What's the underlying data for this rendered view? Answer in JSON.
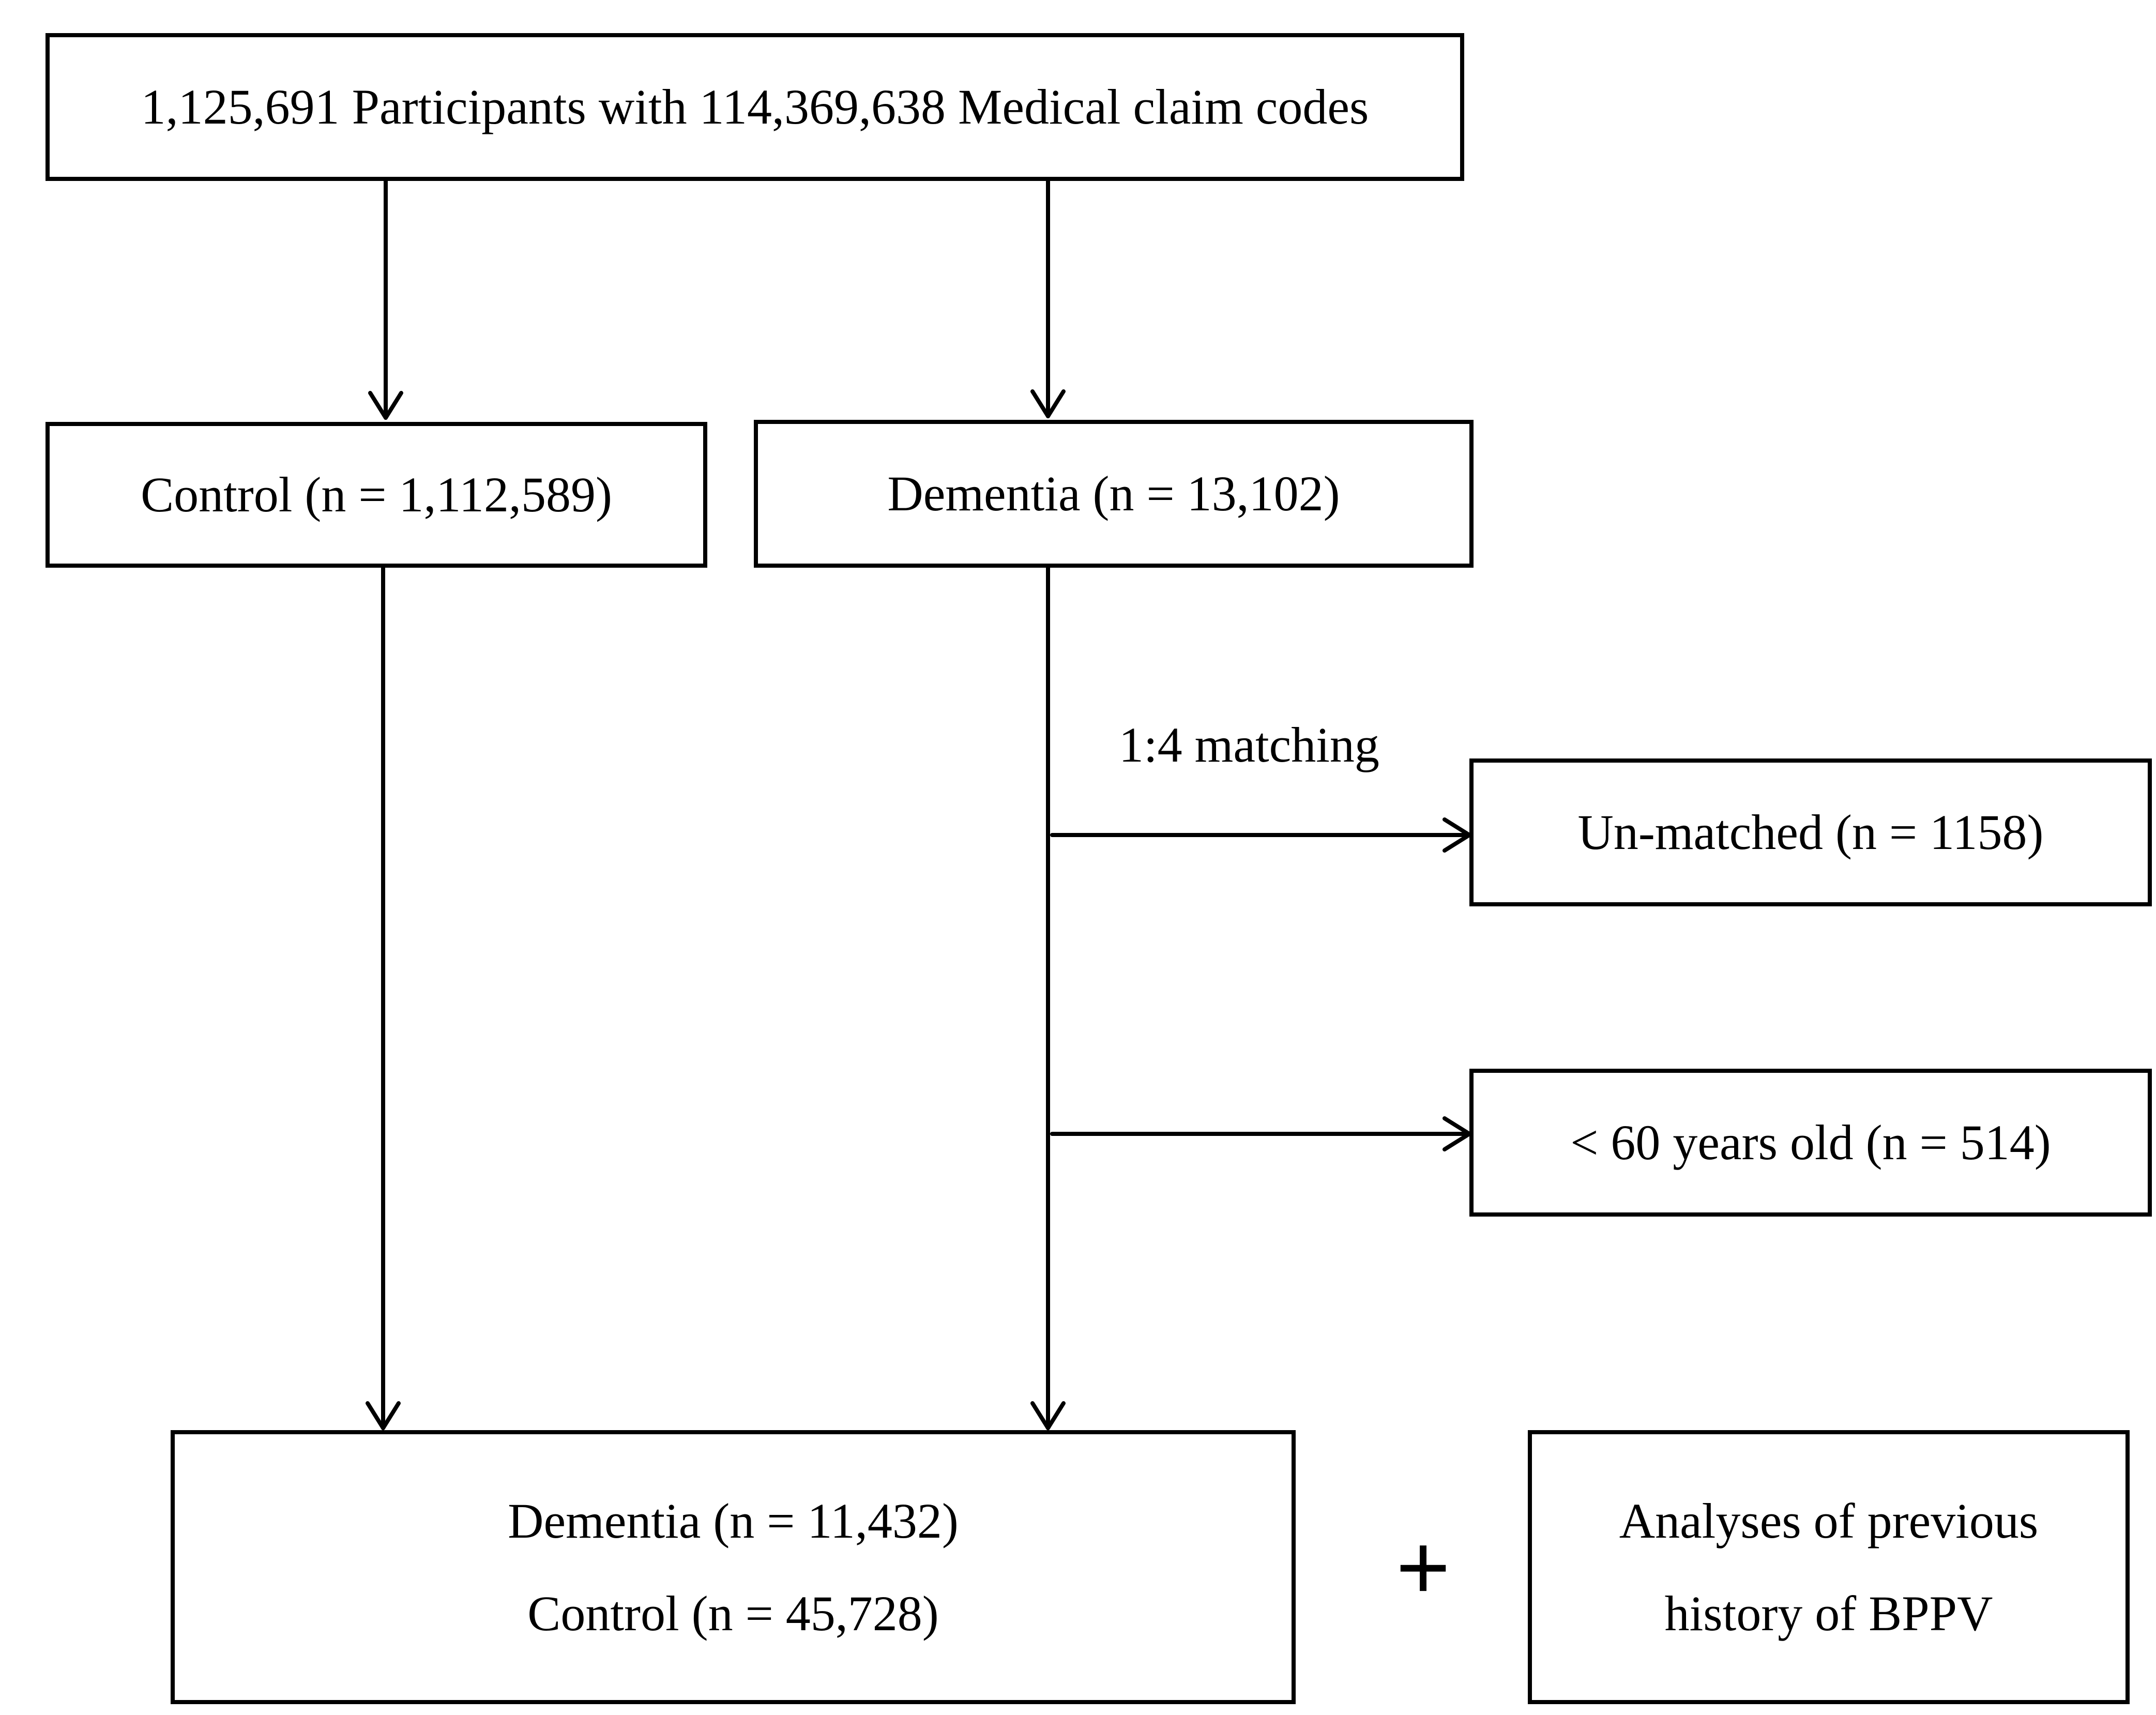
{
  "diagram": {
    "nodes": {
      "top": {
        "text": "1,125,691 Participants with 114,369,638 Medical claim codes"
      },
      "control": {
        "text": "Control  (n = 1,112,589)"
      },
      "dementia": {
        "text": "Dementia  (n = 13,102)"
      },
      "unmatched": {
        "text": "Un-matched (n = 1158)"
      },
      "under60": {
        "text": "< 60 years old (n = 514)"
      },
      "final": {
        "line1": "Dementia (n = 11,432)",
        "line2": "Control (n =  45,728)"
      },
      "analyses": {
        "line1": "Analyses of previous",
        "line2": "history of BPPV"
      }
    },
    "labels": {
      "matching": "1:4 matching",
      "plus": "+"
    },
    "edges": [
      {
        "from": "top",
        "to": "control"
      },
      {
        "from": "top",
        "to": "dementia"
      },
      {
        "from": "control",
        "to": "final"
      },
      {
        "from": "dementia",
        "to": "final"
      },
      {
        "from": "dementia",
        "to": "unmatched"
      },
      {
        "from": "dementia",
        "to": "under60"
      }
    ],
    "colors": {
      "stroke": "#000000",
      "background": "#ffffff"
    }
  }
}
